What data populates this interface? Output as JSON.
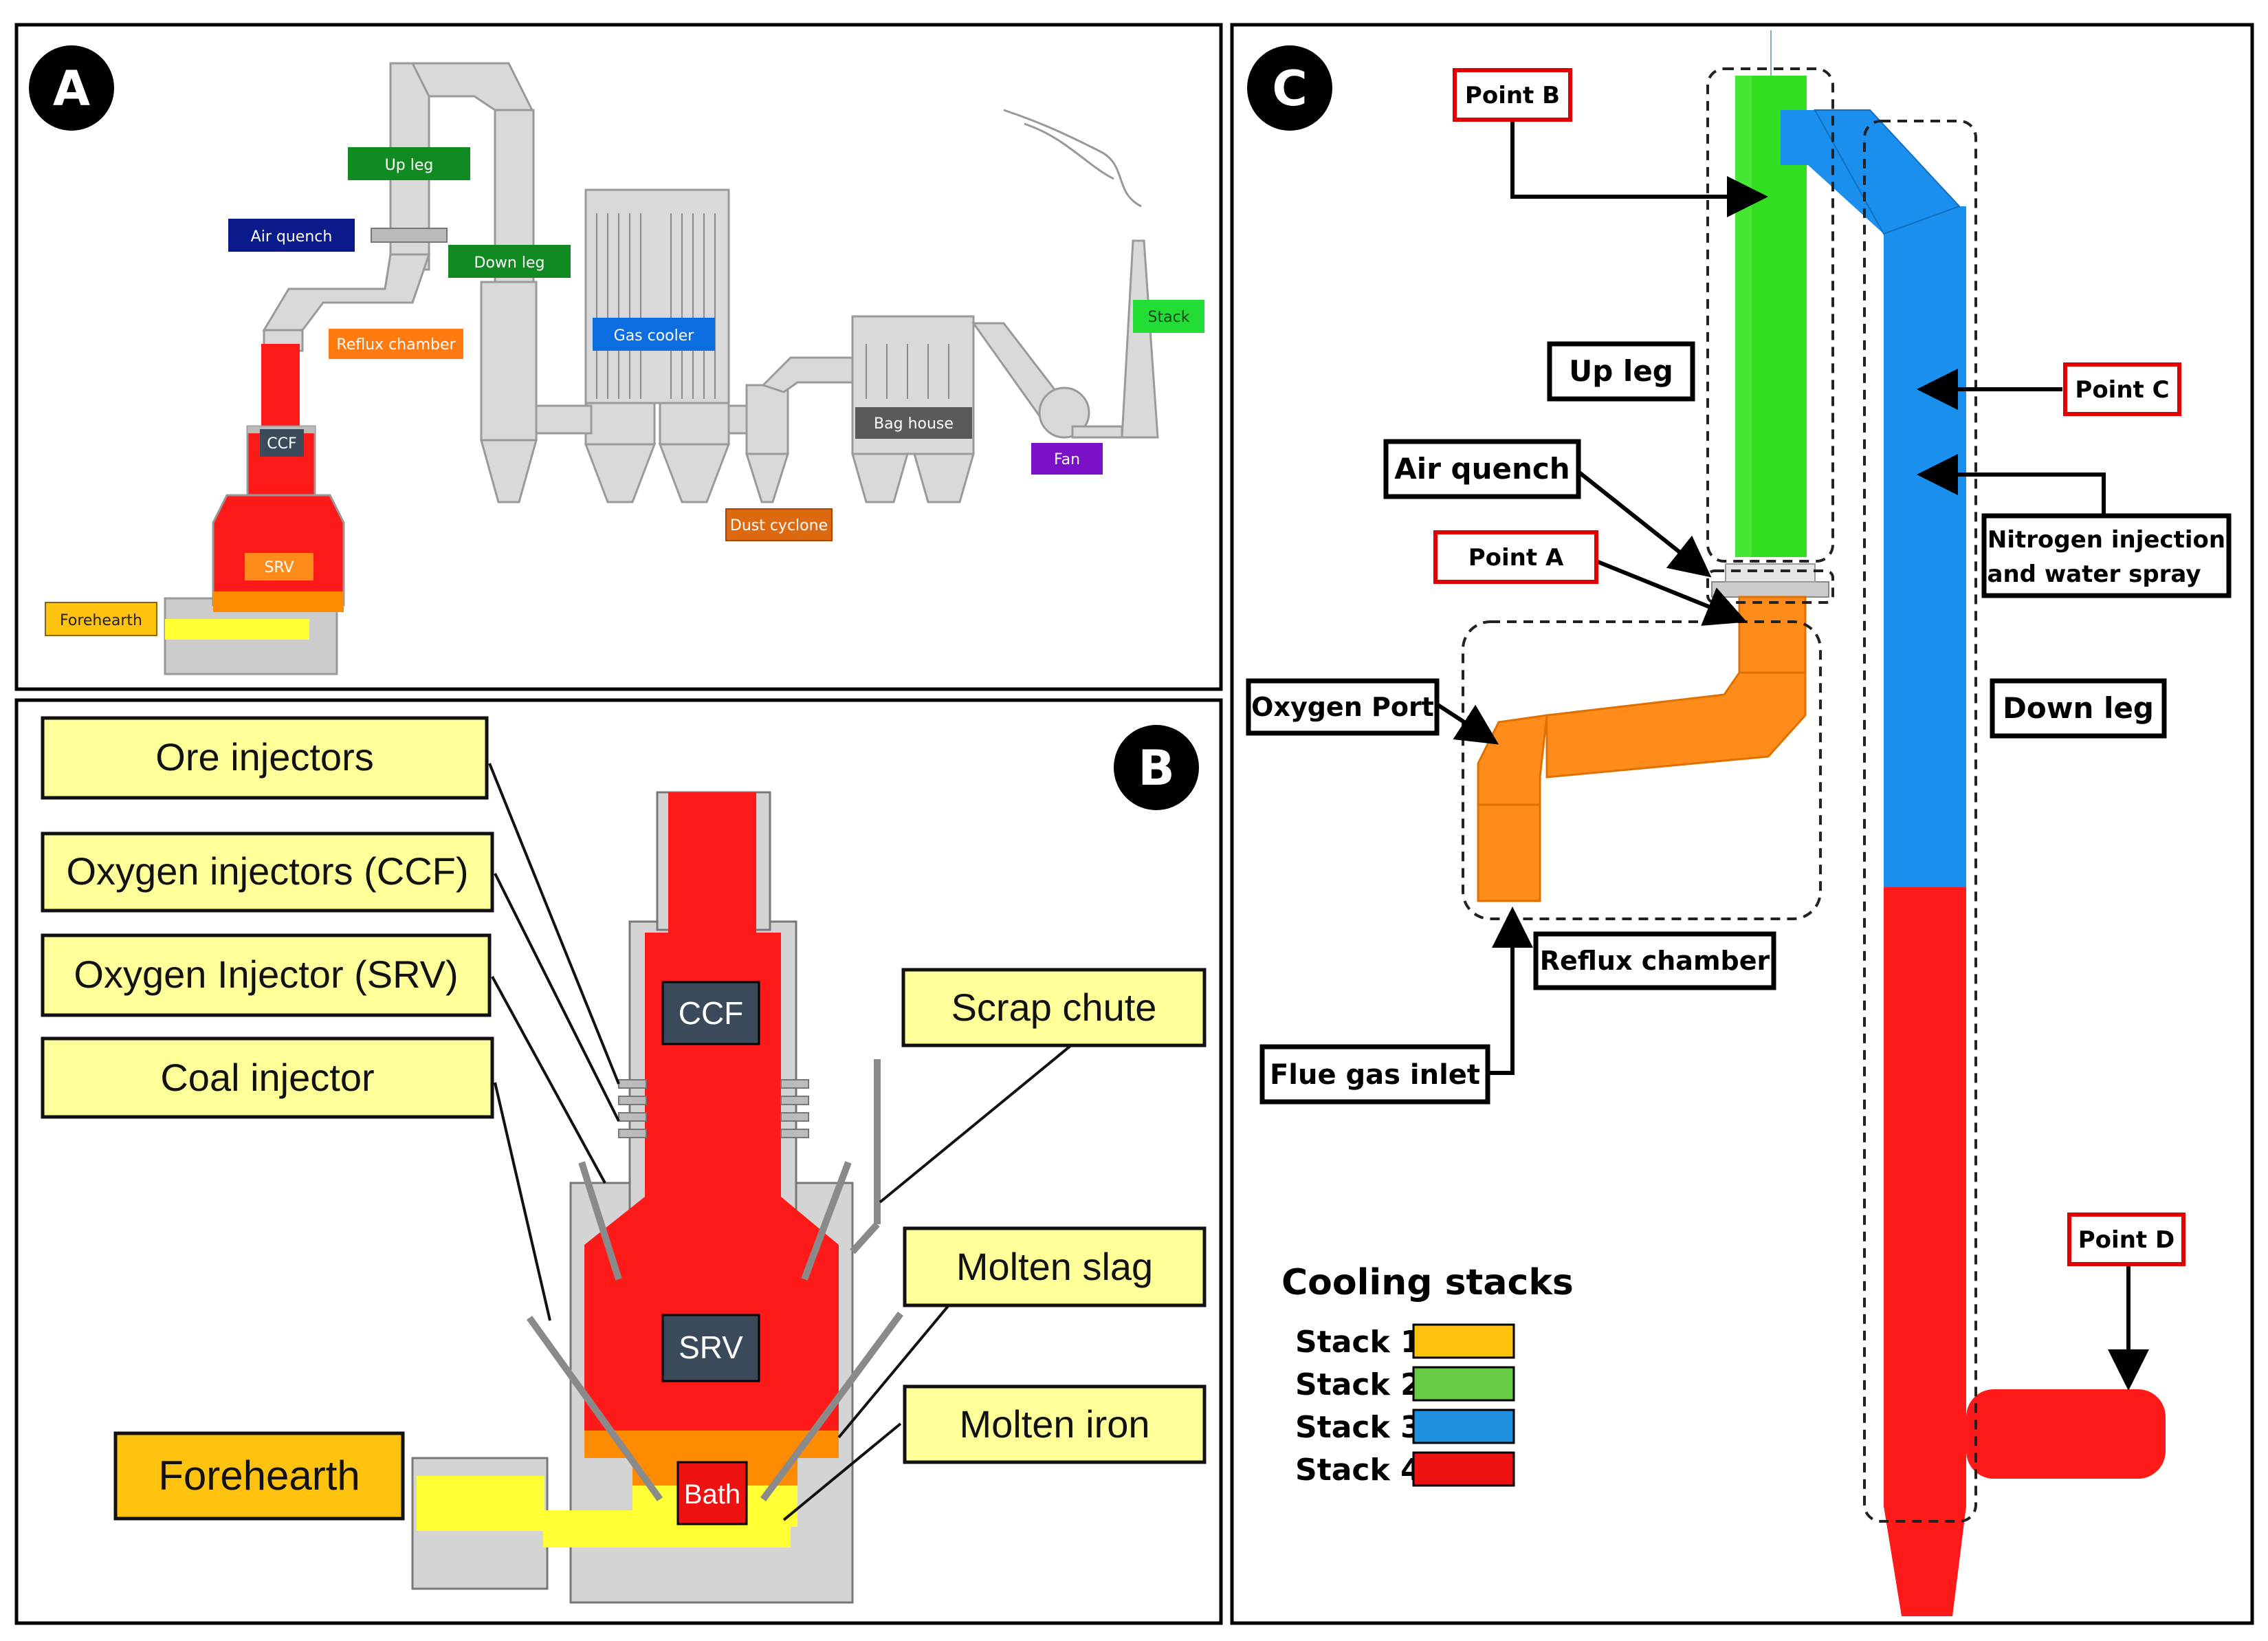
{
  "panels": {
    "a": "A",
    "b": "B",
    "c": "C"
  },
  "panel_a": {
    "up_leg": "Up leg",
    "air_quench": "Air quench",
    "down_leg": "Down leg",
    "reflux_chamber": "Reflux chamber",
    "gas_cooler": "Gas cooler",
    "stack": "Stack",
    "ccf": "CCF",
    "srv": "SRV",
    "bag_house": "Bag house",
    "fan": "Fan",
    "dust_cyclone": "Dust cyclone",
    "forehearth": "Forehearth"
  },
  "panel_b": {
    "ore_injectors": "Ore injectors",
    "oxygen_injectors_ccf": "Oxygen injectors (CCF)",
    "oxygen_injector_srv": "Oxygen Injector (SRV)",
    "coal_injector": "Coal injector",
    "scrap_chute": "Scrap chute",
    "molten_slag": "Molten slag",
    "molten_iron": "Molten iron",
    "forehearth": "Forehearth",
    "ccf": "CCF",
    "srv": "SRV",
    "bath": "Bath"
  },
  "panel_c": {
    "point_b": "Point B",
    "up_leg": "Up leg",
    "air_quench": "Air quench",
    "point_a": "Point A",
    "oxygen_port": "Oxygen Port",
    "reflux_chamber": "Reflux chamber",
    "flue_gas_inlet": "Flue gas inlet",
    "point_c": "Point C",
    "nitrogen_line1": "Nitrogen injection",
    "nitrogen_line2": "and water spray",
    "down_leg": "Down leg",
    "point_d": "Point D",
    "legend_title": "Cooling stacks",
    "legend": [
      {
        "label": "Stack 1",
        "color": "#ffc20e"
      },
      {
        "label": "Stack 2",
        "color": "#66cc44"
      },
      {
        "label": "Stack 3",
        "color": "#1f8fe0"
      },
      {
        "label": "Stack 4",
        "color": "#ee1111"
      }
    ]
  },
  "colors": {
    "red": "#ff1a1a",
    "orange": "#ff8c00",
    "yellow": "#ffff33",
    "grey": "#d9d9d9",
    "green": "#33dd22",
    "blue": "#1a8fee",
    "label_green": "#118a22",
    "label_navy": "#0b1a8a",
    "label_orange": "#ff7a10",
    "label_blue": "#0b6de0",
    "label_purple": "#7a10c8",
    "label_yellow_bg": "#ffff99"
  }
}
